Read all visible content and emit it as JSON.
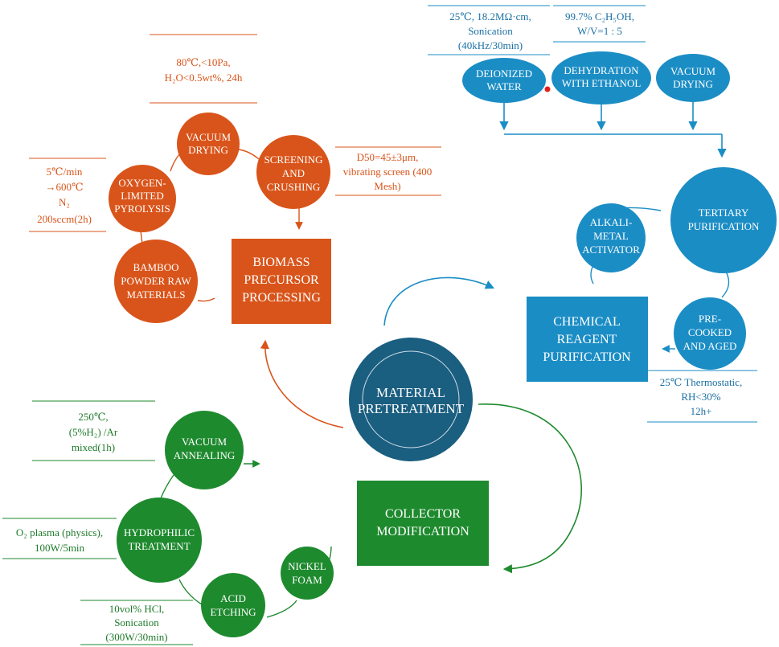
{
  "colors": {
    "orange": "#D9541A",
    "blue": "#1B8DC5",
    "green": "#1E8A2E",
    "center": "#1A5E80",
    "orange_text": "#D9541A",
    "blue_text": "#1A6FA3",
    "green_text": "#1E7A2A"
  },
  "center": {
    "line1": "MATERIAL",
    "line2": "PRETREATMENT"
  },
  "biomass": {
    "title": [
      "BIOMASS",
      "PRECURSOR",
      "PROCESSING"
    ],
    "circles": {
      "vacuum_drying": [
        "VACUUM",
        "DRYING"
      ],
      "screening": [
        "SCREENING",
        "AND",
        "CRUSHING"
      ],
      "pyrolysis": [
        "OXYGEN-",
        "LIMITED",
        "PYROLYSIS"
      ],
      "bamboo": [
        "BAMBOO",
        "POWDER RAW",
        "MATERIALS"
      ]
    },
    "notes": {
      "drying": [
        "80℃,<10Pa,",
        "H₂O<0.5wt%, 24h"
      ],
      "screening": [
        "D50=45±3μm,",
        "vibrating screen (400",
        "Mesh)"
      ],
      "pyrolysis": [
        "5℃/min",
        "→600℃",
        "N₂",
        "200sccm(2h)"
      ]
    }
  },
  "chemical": {
    "title": [
      "CHEMICAL",
      "REAGENT",
      "PURIFICATION"
    ],
    "ovals": {
      "deionized": [
        "DEIONIZED",
        "WATER"
      ],
      "dehydration": [
        "DEHYDRATION",
        "WITH ETHANOL"
      ],
      "vacuum": [
        "VACUUM",
        "DRYING"
      ]
    },
    "circles": {
      "tertiary": [
        "TERTIARY",
        "PURIFICATION"
      ],
      "alkali": [
        "ALKALI-",
        "METAL",
        "ACTIVATOR"
      ],
      "precooked": [
        "PRE-",
        "COOKED",
        "AND AGED"
      ]
    },
    "notes": {
      "water": [
        "25℃, 18.2MΩ·cm,",
        "Sonication",
        "(40kHz/30min)"
      ],
      "ethanol": [
        "99.7% C₂H₅OH,",
        "W/V=1 : 5"
      ],
      "aged": [
        "25℃ Thermostatic,",
        "RH<30%",
        "12h+"
      ]
    }
  },
  "collector": {
    "title": [
      "COLLECTOR",
      "MODIFICATION"
    ],
    "circles": {
      "annealing": [
        "VACUUM",
        "ANNEALING"
      ],
      "hydrophilic": [
        "HYDROPHILIC",
        "TREATMENT"
      ],
      "acid": [
        "ACID",
        "ETCHING"
      ],
      "nickel": [
        "NICKEL",
        "FOAM"
      ]
    },
    "notes": {
      "annealing": [
        "250℃,",
        "(5%H₂) /Ar",
        "mixed(1h)"
      ],
      "plasma": [
        "O₂ plasma (physics),",
        "100W/5min"
      ],
      "hcl": [
        "10vol% HCl,",
        "Sonication",
        "(300W/30min)"
      ]
    }
  }
}
